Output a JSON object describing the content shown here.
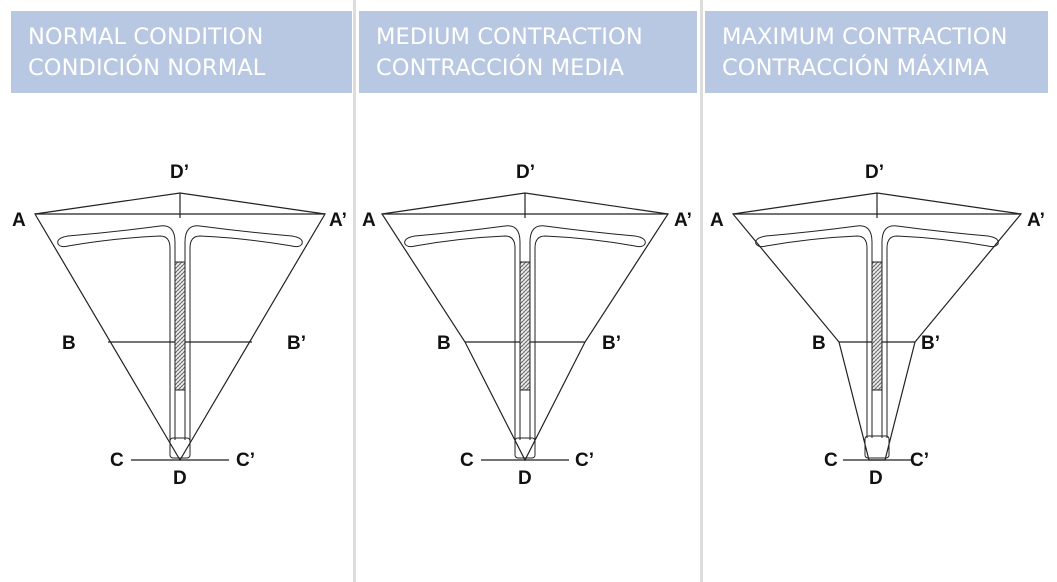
{
  "panels": [
    {
      "title_en": "NORMAL CONDITION",
      "title_es": "CONDICIÓN NORMAL",
      "labels": {
        "d_prime": "D’",
        "a": "A",
        "a_prime": "A’",
        "b": "B",
        "b_prime": "B’",
        "c": "C",
        "c_prime": "C’",
        "d": "D"
      }
    },
    {
      "title_en": "MEDIUM CONTRACTION",
      "title_es": "CONTRACCIÓN MEDIA",
      "labels": {
        "d_prime": "D’",
        "a": "A",
        "a_prime": "A’",
        "b": "B",
        "b_prime": "B’",
        "c": "C",
        "c_prime": "C’",
        "d": "D"
      }
    },
    {
      "title_en": "MAXIMUM CONTRACTION",
      "title_es": "CONTRACCIÓN MÁXIMA",
      "labels": {
        "d_prime": "D’",
        "a": "A",
        "a_prime": "A’",
        "b": "B",
        "b_prime": "B’",
        "c": "C",
        "c_prime": "C’",
        "d": "D"
      }
    }
  ],
  "colors": {
    "header_background": "#b9c8e2",
    "header_text": "#ffffff",
    "divider": "#dcdcdc",
    "line": "#222222"
  }
}
